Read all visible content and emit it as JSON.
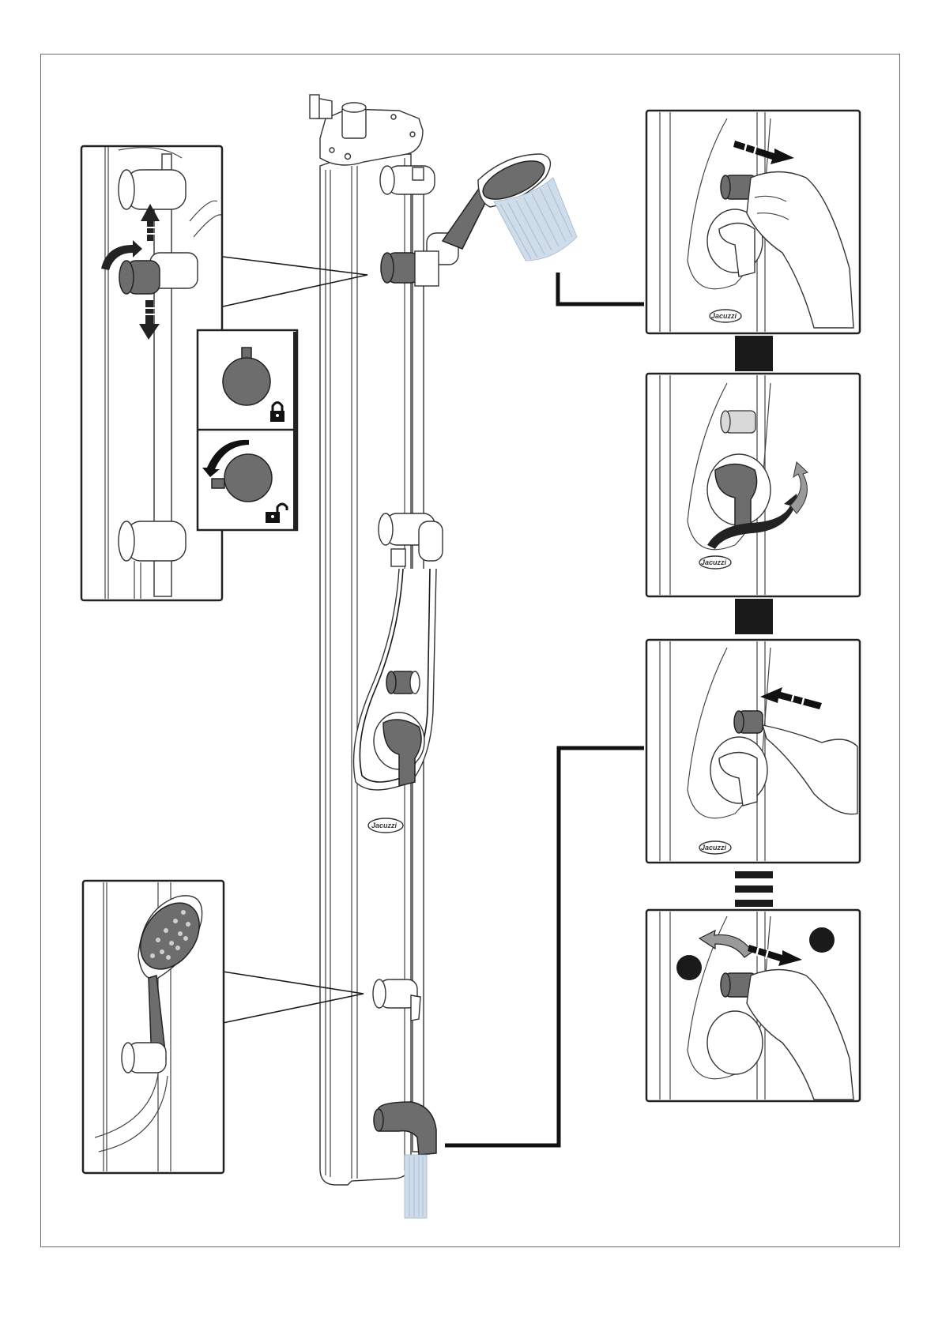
{
  "brand": {
    "logo_text": "Jacuzzi",
    "logo_is_graphic": true
  },
  "diagram": {
    "type": "installation-instruction",
    "subject": "shower column",
    "steps": [
      {
        "panel": "step-1",
        "action": "pull-knob",
        "icon": "arrow-out-icon"
      },
      {
        "panel": "step-2",
        "action": "rotate-lever",
        "icon": "rotate-arrow-icon"
      },
      {
        "panel": "step-3",
        "action": "push-knob",
        "icon": "arrow-in-icon"
      },
      {
        "panel": "step-4",
        "action": "pull-and-rotate-knob",
        "icon": "arrow-out-icon"
      }
    ],
    "details": [
      {
        "panel": "slide-bar-detail",
        "shows": "height-adjustable shower holder"
      },
      {
        "panel": "lock-legend",
        "shows": [
          "lock-icon",
          "unlock-icon"
        ]
      },
      {
        "panel": "hand-shower-detail",
        "shows": "hand shower in holder"
      }
    ],
    "colors": {
      "outline": "#1a1a1a",
      "part_grey": "#6d6d6d",
      "water": "#cfdcea",
      "frame": "#6b6b6b"
    }
  }
}
